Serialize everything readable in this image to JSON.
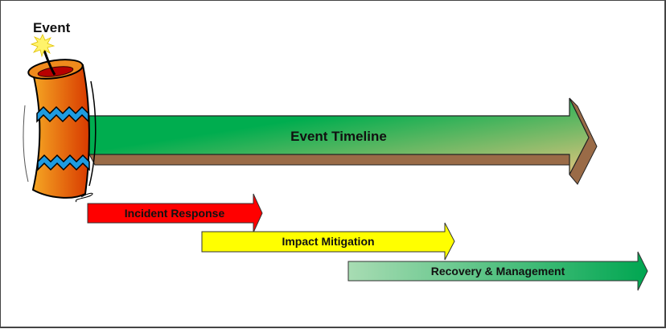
{
  "diagram": {
    "event_label": "Event",
    "main_arrow": {
      "label": "Event Timeline",
      "colors": {
        "start": "#00ad4f",
        "end": "#e2c47c",
        "depth": "#9a6b47"
      }
    },
    "phases": [
      {
        "label": "Incident Response",
        "color": "#ff0000"
      },
      {
        "label": "Impact Mitigation",
        "color": "#ffff00"
      },
      {
        "label": "Recovery & Management",
        "colors": {
          "start": "#a8dcb3",
          "end": "#00a651"
        }
      }
    ],
    "firecracker": {
      "body_start": "#f5a623",
      "body_end": "#d83a00",
      "stripe": "#1e9be0",
      "top": "#b80000",
      "spark": "#fff36b"
    }
  }
}
